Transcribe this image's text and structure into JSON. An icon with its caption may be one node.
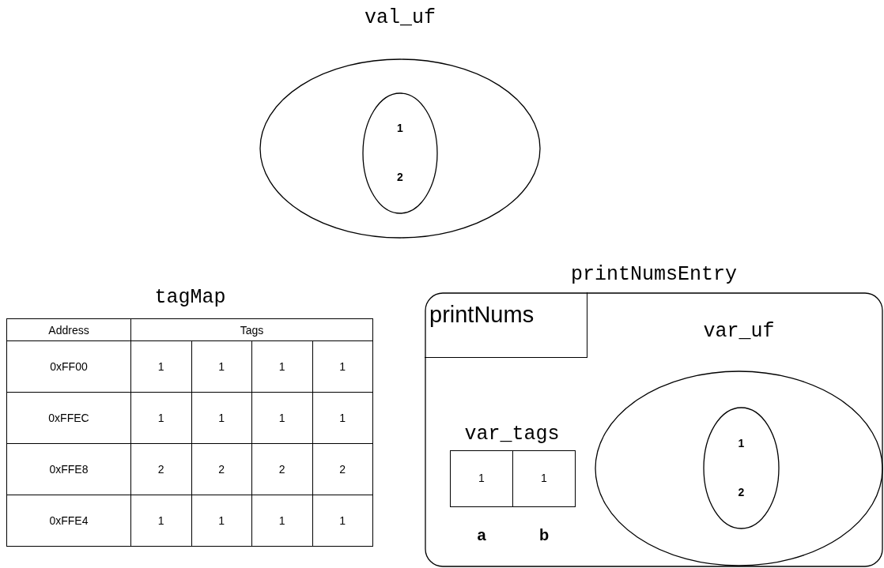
{
  "diagram": {
    "nodes": [
      {
        "text": [
          "val_uf"
        ]
      },
      {
        "text": [
          "1",
          "2"
        ],
        "in": 0
      },
      {
        "text": [
          "tagMap"
        ]
      },
      {
        "text": [
          "printNumsEntry"
        ]
      },
      {
        "text": [
          "printNums"
        ],
        "in": 3
      },
      {
        "text": [
          "var_tags"
        ],
        "in": 3
      },
      {
        "text": [
          "1"
        ],
        "in": 5,
        "beside": [
          "a"
        ]
      },
      {
        "text": [
          "1"
        ],
        "in": 5,
        "beside": [
          "b"
        ]
      },
      {
        "text": [
          "var_uf"
        ],
        "in": 3
      },
      {
        "text": [
          "1",
          "2"
        ],
        "in": 8
      }
    ],
    "labels": [
      "Address",
      "Tags",
      "0xFF00",
      "1",
      "1",
      "1",
      "1",
      "0xFFEC",
      "1",
      "1",
      "1",
      "1",
      "0xFFE8",
      "2",
      "2",
      "2",
      "2",
      "0xFFE4",
      "1",
      "1",
      "1",
      "1"
    ]
  }
}
